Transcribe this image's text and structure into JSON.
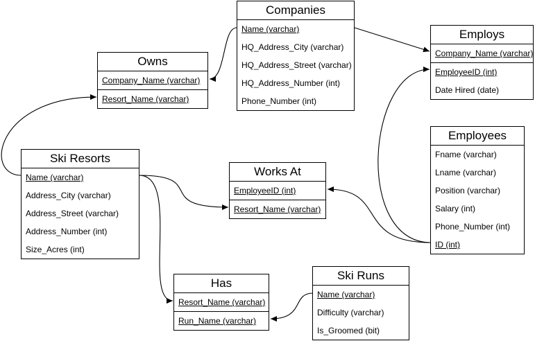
{
  "entities": {
    "companies": {
      "title": "Companies",
      "attributes": [
        {
          "label": "Name (varchar)",
          "key": true
        },
        {
          "label": "HQ_Address_City (varchar)",
          "key": false
        },
        {
          "label": "HQ_Address_Street (varchar)",
          "key": false
        },
        {
          "label": "HQ_Address_Number (int)",
          "key": false
        },
        {
          "label": "Phone_Number (int)",
          "key": false
        }
      ]
    },
    "owns": {
      "title": "Owns",
      "attributes": [
        {
          "label": "Company_Name (varchar)",
          "key": true
        },
        {
          "label": "Resort_Name (varchar)",
          "key": true
        }
      ]
    },
    "employs": {
      "title": "Employs",
      "attributes": [
        {
          "label": "Company_Name (varchar)",
          "key": true
        },
        {
          "label": "EmployeeID (int)",
          "key": true
        },
        {
          "label": "Date Hired (date)",
          "key": false
        }
      ]
    },
    "employees": {
      "title": "Employees",
      "attributes": [
        {
          "label": "Fname (varchar)",
          "key": false
        },
        {
          "label": "Lname (varchar)",
          "key": false
        },
        {
          "label": "Position (varchar)",
          "key": false
        },
        {
          "label": "Salary (int)",
          "key": false
        },
        {
          "label": "Phone_Number (int)",
          "key": false
        },
        {
          "label": "ID (int)",
          "key": true
        }
      ]
    },
    "ski_resorts": {
      "title": "Ski Resorts",
      "attributes": [
        {
          "label": "Name (varchar)",
          "key": true
        },
        {
          "label": "Address_City (varchar)",
          "key": false
        },
        {
          "label": "Address_Street (varchar)",
          "key": false
        },
        {
          "label": "Address_Number (int)",
          "key": false
        },
        {
          "label": "Size_Acres (int)",
          "key": false
        }
      ]
    },
    "works_at": {
      "title": "Works At",
      "attributes": [
        {
          "label": "EmployeeID (int)",
          "key": true
        },
        {
          "label": "Resort_Name (varchar)",
          "key": true
        }
      ]
    },
    "has": {
      "title": "Has",
      "attributes": [
        {
          "label": "Resort_Name (varchar)",
          "key": true
        },
        {
          "label": "Run_Name (varchar)",
          "key": true
        }
      ]
    },
    "ski_runs": {
      "title": "Ski Runs",
      "attributes": [
        {
          "label": "Name (varchar)",
          "key": true
        },
        {
          "label": "Difficulty (varchar)",
          "key": false
        },
        {
          "label": "Is_Groomed (bit)",
          "key": false
        }
      ]
    }
  }
}
